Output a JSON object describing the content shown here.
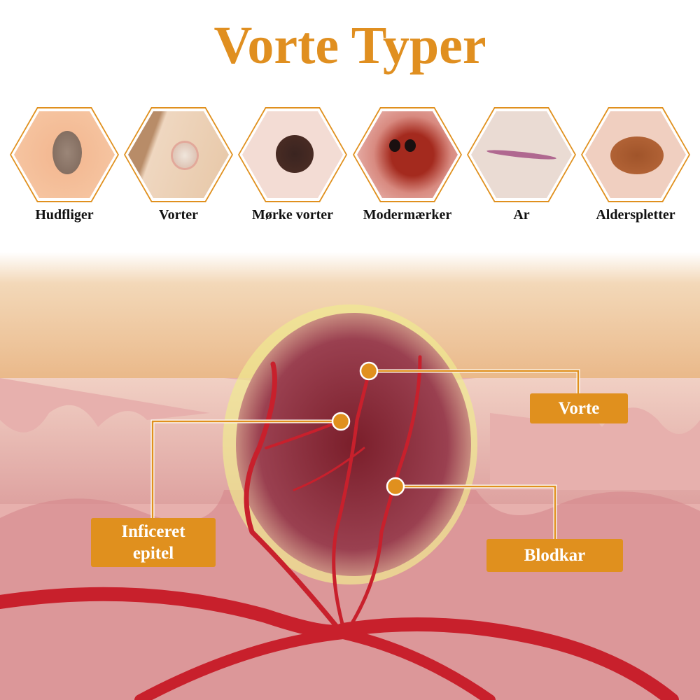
{
  "title": "Vorte Typer",
  "types": [
    {
      "label": "Hudfliger"
    },
    {
      "label": "Vorter"
    },
    {
      "label": "Mørke vorter"
    },
    {
      "label": "Modermærker"
    },
    {
      "label": "Ar"
    },
    {
      "label": "Alderspletter"
    }
  ],
  "callouts": {
    "wart": "Vorte",
    "epithelium": "Inficeret epitel",
    "vessels": "Blodkar"
  },
  "colors": {
    "accent": "#e0901e"
  }
}
